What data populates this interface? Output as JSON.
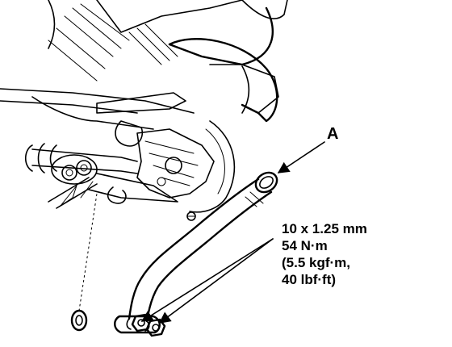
{
  "callouts": {
    "part_label": "A",
    "spec_lines": [
      "10 x 1.25 mm",
      "54 N·m",
      "(5.5 kgf·m,",
      "40 lbf·ft)"
    ]
  },
  "colors": {
    "ink": "#000000",
    "background": "#ffffff"
  },
  "icons": [
    "exhaust-pipe-drawing",
    "arrow-icon"
  ]
}
